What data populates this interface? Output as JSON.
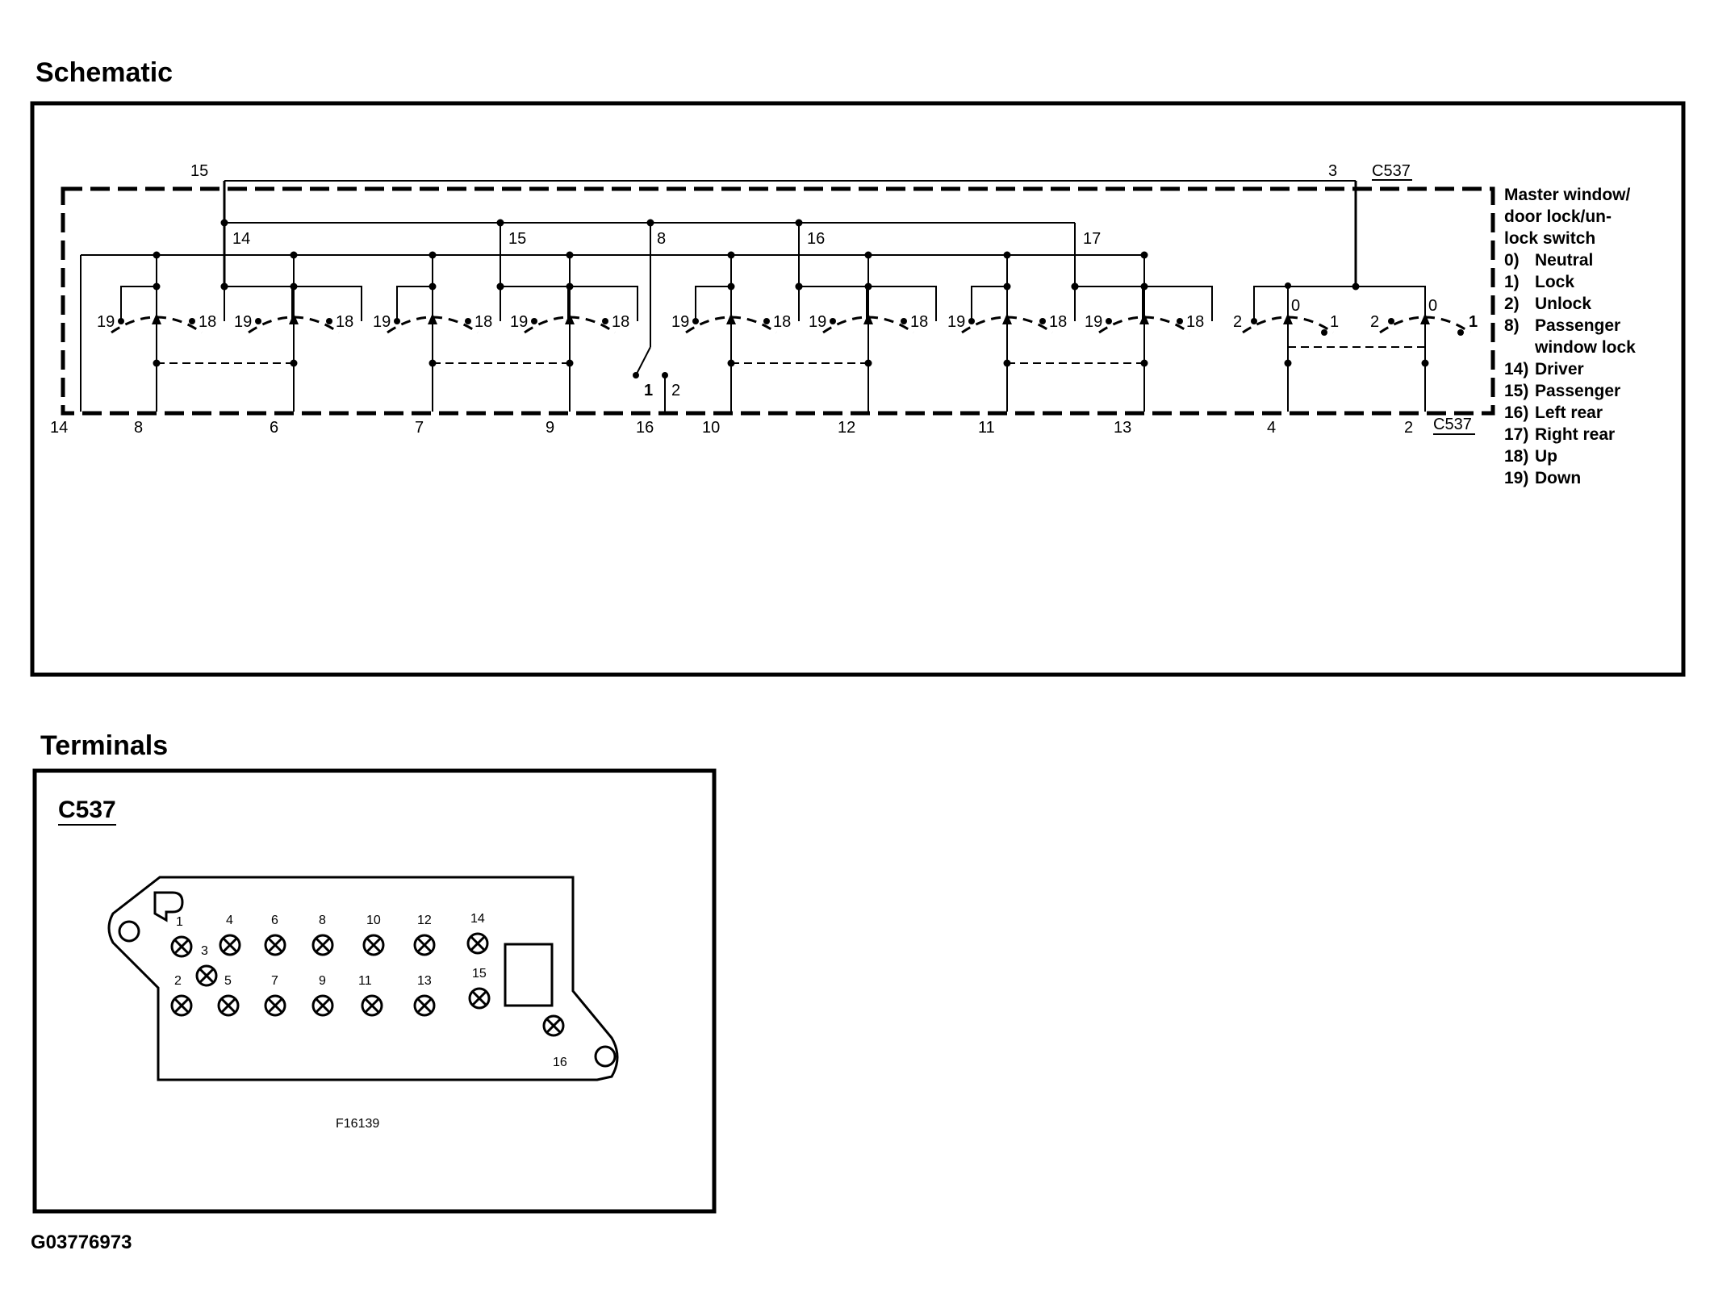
{
  "sections": {
    "schematic_title": "Schematic",
    "terminals_title": "Terminals"
  },
  "schematic": {
    "connector_label_top": "C537",
    "connector_label_bottom": "C537",
    "top_pins": [
      {
        "label": "15"
      },
      {
        "label": "3"
      }
    ],
    "bus_labels": [
      {
        "label": "14"
      },
      {
        "label": "15"
      },
      {
        "label": "8"
      },
      {
        "label": "16"
      },
      {
        "label": "17"
      }
    ],
    "bottom_pins": [
      {
        "label": "14"
      },
      {
        "label": "8"
      },
      {
        "label": "6"
      },
      {
        "label": "7"
      },
      {
        "label": "9"
      },
      {
        "label": "16"
      },
      {
        "label": "10"
      },
      {
        "label": "12"
      },
      {
        "label": "11"
      },
      {
        "label": "13"
      },
      {
        "label": "4"
      },
      {
        "label": "2"
      }
    ],
    "switch_groups": [
      {
        "pos_left": "19",
        "pos_right": "18"
      },
      {
        "pos_left": "19",
        "pos_right": "18"
      },
      {
        "pos_left": "19",
        "pos_right": "18"
      },
      {
        "pos_left": "19",
        "pos_right": "18"
      },
      {
        "pos_left": "19",
        "pos_right": "18"
      },
      {
        "pos_left": "19",
        "pos_right": "18"
      },
      {
        "pos_left": "19",
        "pos_right": "18"
      },
      {
        "pos_left": "19",
        "pos_right": "18"
      }
    ],
    "lock_switch": {
      "left_positions": [
        "2",
        "0",
        "1"
      ],
      "right_positions": [
        "2",
        "0",
        "1"
      ]
    },
    "window_lock_positions": [
      "1",
      "2"
    ],
    "legend": {
      "title_lines": [
        "Master window/",
        "door lock/un-",
        "lock switch"
      ],
      "items": [
        {
          "key": "0)",
          "text": "Neutral"
        },
        {
          "key": "1)",
          "text": "Lock"
        },
        {
          "key": "2)",
          "text": "Unlock"
        },
        {
          "key": "8)",
          "text": "Passenger"
        },
        {
          "key": "",
          "text": "window lock"
        },
        {
          "key": "14)",
          "text": "Driver"
        },
        {
          "key": "15)",
          "text": "Passenger"
        },
        {
          "key": "16)",
          "text": "Left rear"
        },
        {
          "key": "17)",
          "text": "Right rear"
        },
        {
          "key": "18)",
          "text": "Up"
        },
        {
          "key": "19)",
          "text": "Down"
        }
      ]
    }
  },
  "terminals": {
    "connector": "C537",
    "pins": [
      "1",
      "2",
      "3",
      "4",
      "5",
      "6",
      "7",
      "8",
      "9",
      "10",
      "11",
      "12",
      "13",
      "14",
      "15",
      "16"
    ],
    "figure_code": "F16139"
  },
  "image_code": "G03776973"
}
